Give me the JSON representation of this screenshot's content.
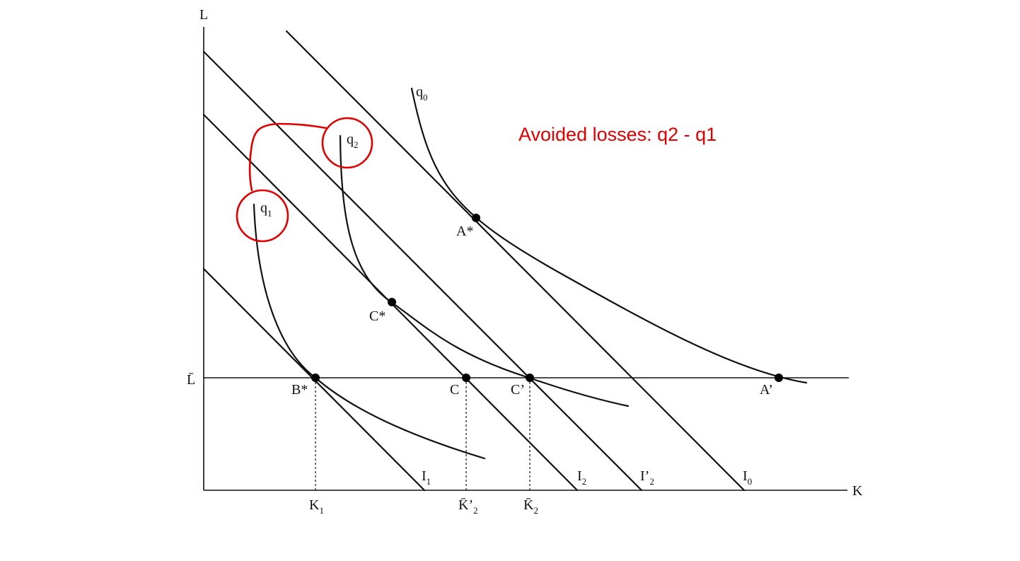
{
  "axes": {
    "y_label": "L",
    "x_label": "K",
    "l_bar": "L̄"
  },
  "points": {
    "a_star": "A*",
    "a_prime": "A’",
    "c_star": "C*",
    "c": "C",
    "c_prime": "C’",
    "b_star": "B*"
  },
  "curves": {
    "q0": {
      "base": "q",
      "sub": "0"
    },
    "q1": {
      "base": "q",
      "sub": "1"
    },
    "q2": {
      "base": "q",
      "sub": "2"
    }
  },
  "isocosts": {
    "i1": {
      "base": "I",
      "sub": "1"
    },
    "i2": {
      "base": "I",
      "sub": "2"
    },
    "i2p": {
      "base": "I’",
      "sub": "2"
    },
    "i0": {
      "base": "I",
      "sub": "0"
    }
  },
  "ticks": {
    "k1": {
      "base": "K",
      "sub": "1"
    },
    "kbar2p": {
      "base": "K̄’",
      "sub": "2"
    },
    "kbar2": {
      "base": "K̄",
      "sub": "2"
    }
  },
  "annotation": {
    "text": "Avoided losses: q2 - q1",
    "color": "#e00000"
  },
  "colors": {
    "ink": "#111111",
    "highlight": "#e00000"
  }
}
